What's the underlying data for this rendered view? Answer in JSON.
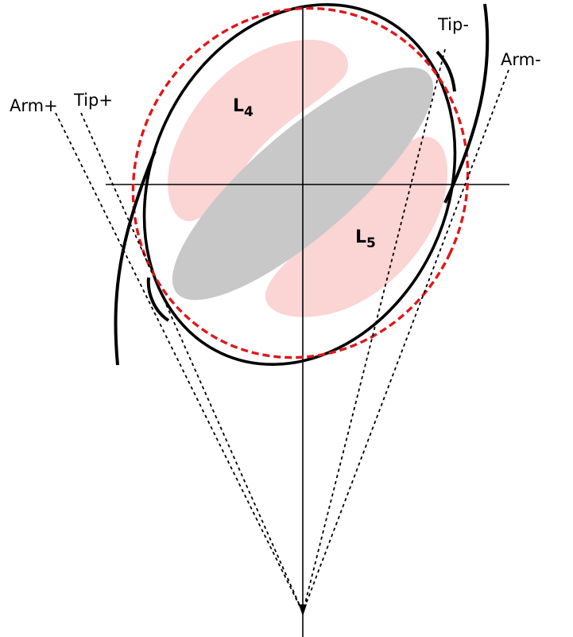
{
  "labels": {
    "arm_plus": "Arm+",
    "tip_plus": "Tip+",
    "tip_minus": "Tip-",
    "arm_minus": "Arm-",
    "l4_main": "L",
    "l4_sub": "4",
    "l5_main": "L",
    "l5_sub": "5"
  },
  "colors": {
    "region_pink": "#fbd4d4",
    "central_gray": "#c8c8c8",
    "dashed_red": "#e0161b",
    "lines": "#000000"
  }
}
